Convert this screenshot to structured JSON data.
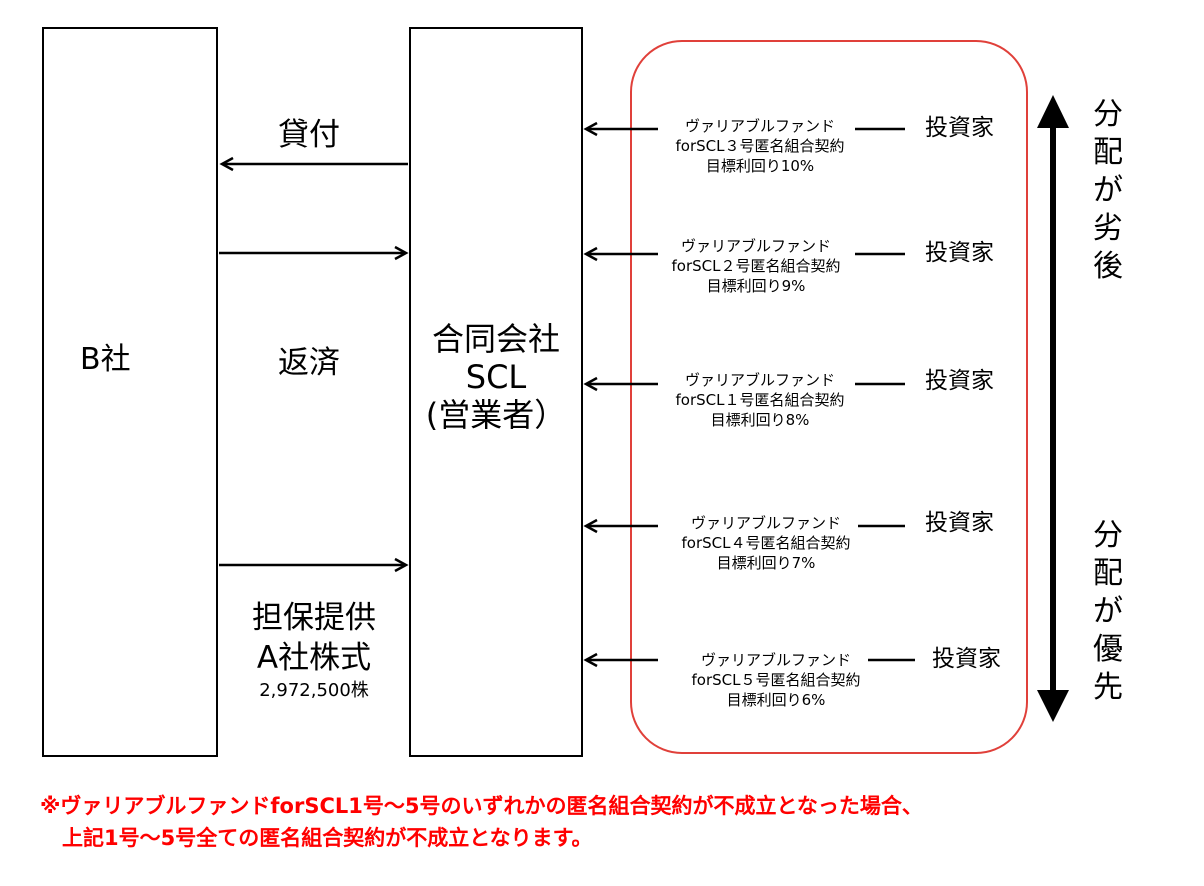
{
  "entities": {
    "b_company": "B社",
    "scl_line1": "合同会社",
    "scl_line2": "SCL",
    "scl_line3": "(営業者）"
  },
  "flows": {
    "loan": "貸付",
    "repay": "返済",
    "collateral_line1": "担保提供",
    "collateral_line2": "A社株式",
    "collateral_shares": "2,972,500株"
  },
  "funds": [
    {
      "name": "ヴァリアブルファンド",
      "contract": "forSCL３号匿名組合契約",
      "yield": "目標利回り10%",
      "investor": "投資家"
    },
    {
      "name": "ヴァリアブルファンド",
      "contract": "forSCL２号匿名組合契約",
      "yield": "目標利回り9%",
      "investor": "投資家"
    },
    {
      "name": "ヴァリアブルファンド",
      "contract": "forSCL１号匿名組合契約",
      "yield": "目標利回り8%",
      "investor": "投資家"
    },
    {
      "name": "ヴァリアブルファンド",
      "contract": "forSCL４号匿名組合契約",
      "yield": "目標利回り7%",
      "investor": "投資家"
    },
    {
      "name": "ヴァリアブルファンド",
      "contract": "forSCL５号匿名組合契約",
      "yield": "目標利回り6%",
      "investor": "投資家"
    }
  ],
  "distribution": {
    "top": [
      "分",
      "配",
      "が",
      "劣",
      "後"
    ],
    "bottom": [
      "分",
      "配",
      "が",
      "優",
      "先"
    ]
  },
  "note": {
    "line1": "※ヴァリアブルファンドforSCL1号～5号のいずれかの匿名組合契約が不成立となった場合、",
    "line2": "上記1号～5号全ての匿名組合契約が不成立となります。",
    "color": "#ff0000"
  },
  "colors": {
    "frame": "#e0403a",
    "stroke": "#000000"
  }
}
